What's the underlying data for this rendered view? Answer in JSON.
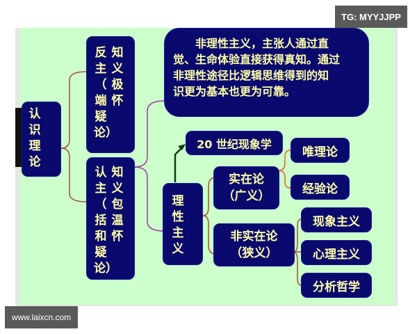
{
  "watermarks": {
    "top_right": "TG: MYYJJPP",
    "bottom_left": "www.laixcn.com"
  },
  "diagram": {
    "root": {
      "label_chars": "认\n识\n理\n论"
    },
    "anti_epistemology": {
      "col1": "反\n主\n（\n端\n疑\n论）",
      "col2": "知\n义\n极\n怀"
    },
    "epistemology": {
      "col1": "认\n主\n（\n括\n和\n疑\n论）",
      "col2": "知\n义\n包\n温\n怀"
    },
    "irrationalism_note": "非理性主义，主张人通过直觉、生命体验直接获得真知。通过非理性途径比逻辑思维得到的知识更为基本也更为可靠。",
    "irrationalism_lines": [
      "　　非理性主义，主张人通过直",
      "觉、生命体验直接获得真知。通过",
      "非理性途径比逻辑思维得到的知",
      "识更为基本也更为可靠。"
    ],
    "phenomenology_20c": "20 世纪现象学",
    "rationalism": "理\n性\n主\n义",
    "realism_broad": {
      "line1": "实在论",
      "line2": "（广义）"
    },
    "nonrealism_narrow": {
      "line1": "非实在论",
      "line2": "（狭义）"
    },
    "realism_children": [
      "唯理论",
      "经验论"
    ],
    "nonrealism_children": [
      "现象主义",
      "心理主义",
      "分析哲学"
    ]
  },
  "colors": {
    "background": "#ccffcc",
    "box_fill": "#0a0a6e",
    "box_text": "#ffffa8",
    "bracket_brown": "#a0522d",
    "bracket_purple": "#9b3b9b",
    "arrow": "#0b3d0b"
  }
}
